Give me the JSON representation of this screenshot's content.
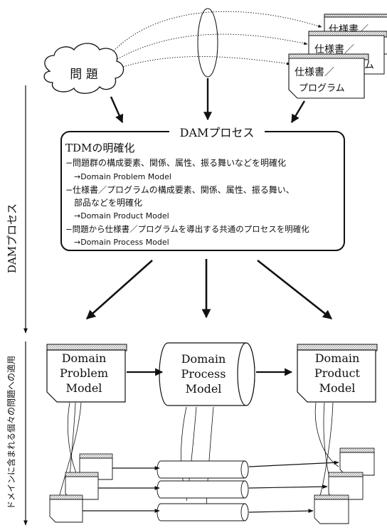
{
  "problem_cloud": {
    "label": "問 題"
  },
  "spec_docs": [
    {
      "line1": "仕様書／",
      "line2": ""
    },
    {
      "line1": "仕様書／",
      "line2": "ム"
    },
    {
      "line1": "仕様書／",
      "line2": "プログラム"
    }
  ],
  "process_box": {
    "title": "DAMプロセス",
    "heading": "TDMの明確化",
    "lines": [
      "−問題群の構成要素、関係、属性、振る舞いなどを明確化",
      "→Domain Problem Model",
      "−仕様書／プログラムの構成要素、関係、属性、振る舞い、",
      "部品などを明確化",
      "→Domain Product Model",
      "−問題から仕様書／プログラムを導出する共通のプロセスを明確化",
      "→Domain Process Model"
    ]
  },
  "left_axis": {
    "upper_label": "DAMプロセス",
    "lower_label": "ドメインに含まれる個々の問題への適用"
  },
  "models": {
    "problem": {
      "line1": "Domain",
      "line2": "Problem",
      "line3": "Model"
    },
    "process": {
      "line1": "Domain",
      "line2": "Process",
      "line3": "Model"
    },
    "product": {
      "line1": "Domain",
      "line2": "Product",
      "line3": "Model"
    }
  },
  "colors": {
    "ink": "#111111",
    "hatch": "#9a9a9a",
    "paper": "#ffffff"
  }
}
